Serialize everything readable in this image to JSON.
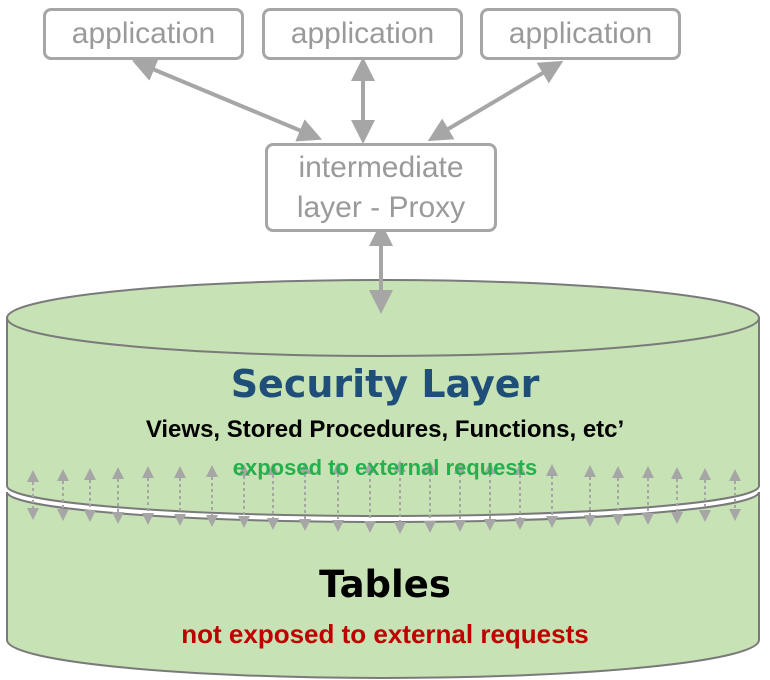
{
  "applications": [
    {
      "label": "application"
    },
    {
      "label": "application"
    },
    {
      "label": "application"
    }
  ],
  "proxy": {
    "line1": "intermediate",
    "line2": "layer - Proxy"
  },
  "security_layer": {
    "title": "Security Layer",
    "subtitle": "Views, Stored Procedures, Functions, etc’",
    "note": "exposed to external requests"
  },
  "tables": {
    "title": "Tables",
    "note": "not exposed to external requests"
  },
  "colors": {
    "cylinder_fill": "#c7e2b4",
    "cylinder_stroke": "#7a7a7a",
    "box_border": "#a6a6a6",
    "box_text": "#9a9a9a",
    "arrow": "#a6a6a6",
    "security_title": "#1f4e79",
    "subtitle": "#000000",
    "exposed": "#22b14c",
    "not_exposed": "#c00000"
  }
}
